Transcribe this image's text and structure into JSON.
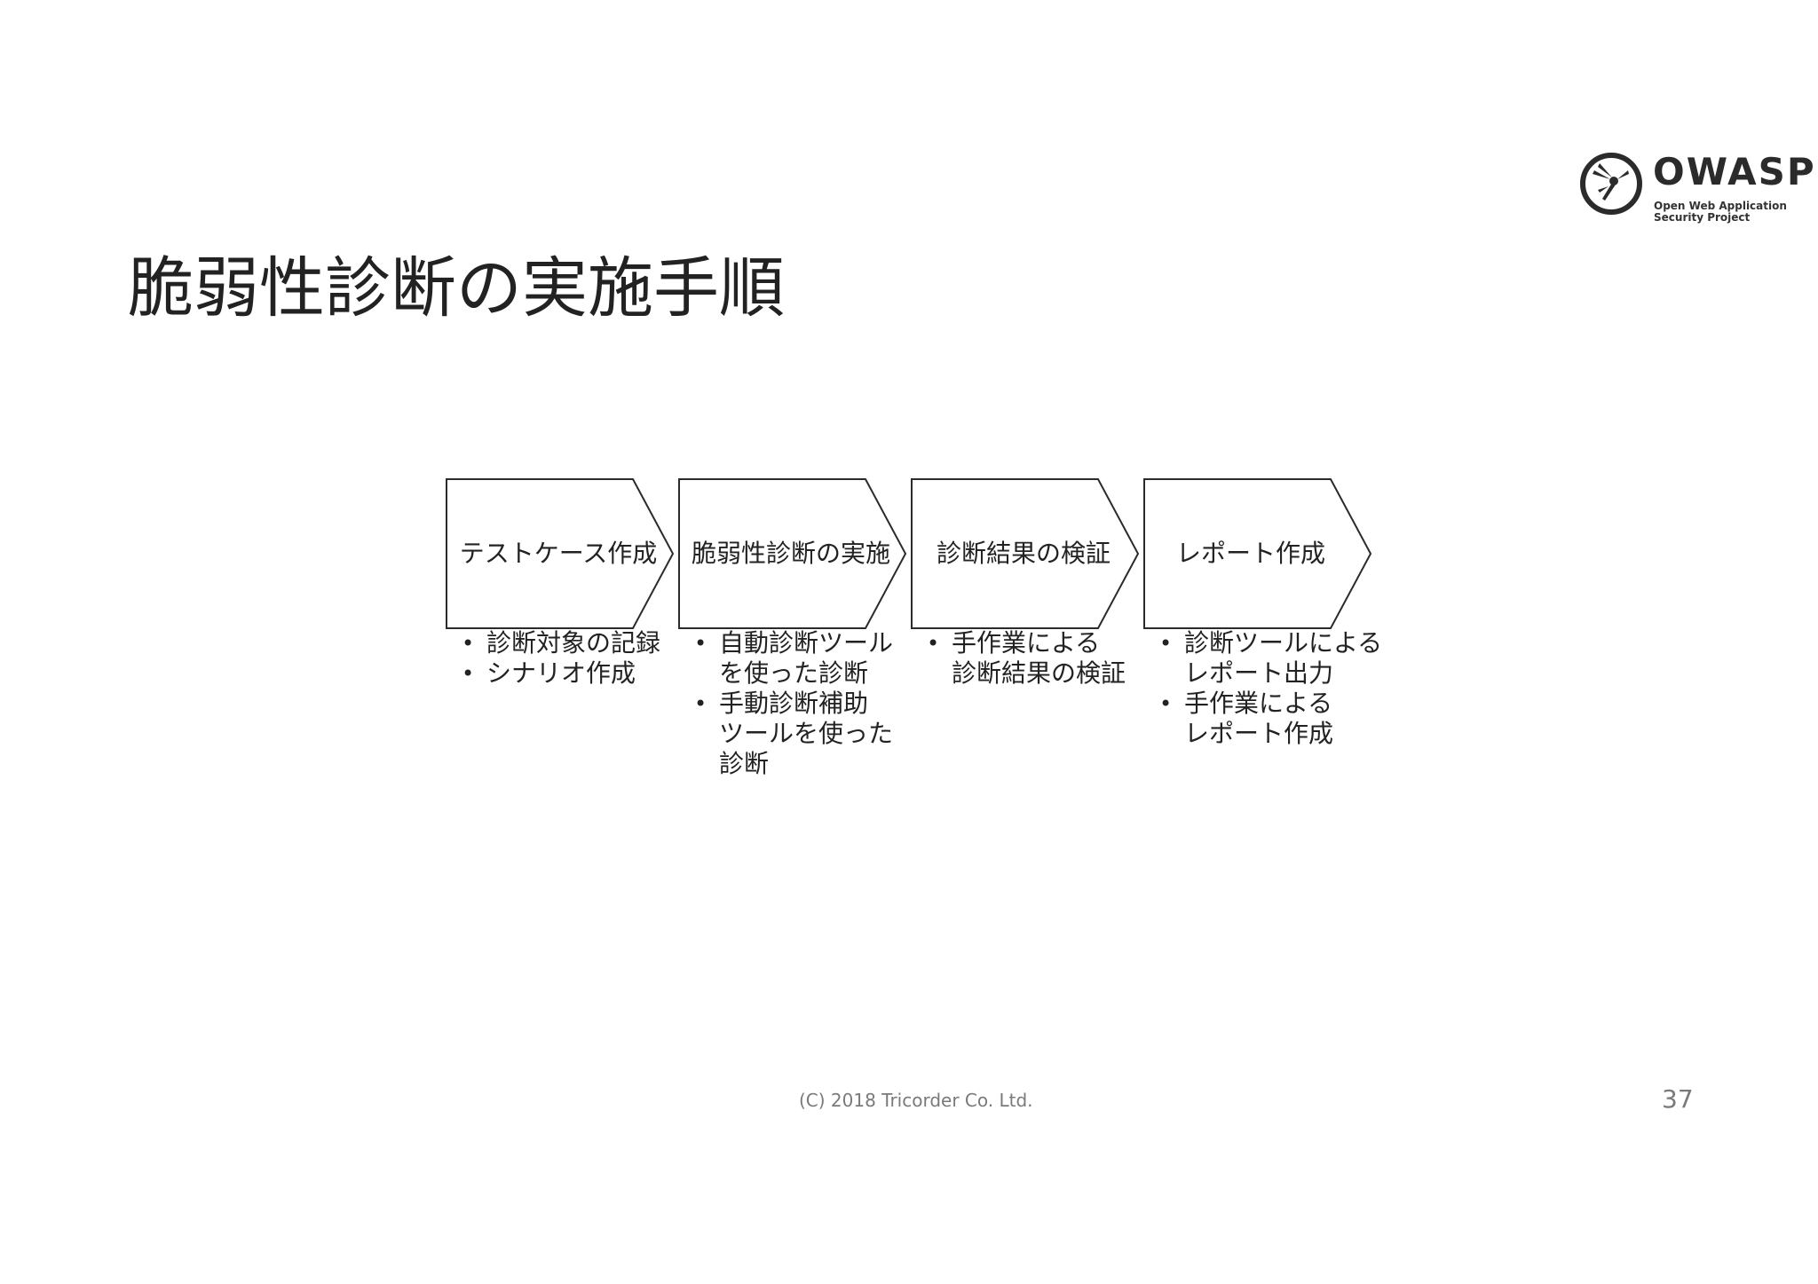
{
  "logo": {
    "word": "OWASP",
    "sub_line1": "Open Web Application",
    "sub_line2": "Security Project"
  },
  "title": "脆弱性診断の実施手順",
  "steps": [
    {
      "label": "テストケース作成",
      "bullets": [
        "診断対象の記録",
        "シナリオ作成"
      ]
    },
    {
      "label": "脆弱性診断の実施",
      "bullets": [
        "自動診断ツール\nを使った診断",
        "手動診断補助\nツールを使った\n診断"
      ]
    },
    {
      "label": "診断結果の検証",
      "bullets": [
        "手作業による\n診断結果の検証"
      ]
    },
    {
      "label": "レポート作成",
      "bullets": [
        "診断ツールによる\nレポート出力",
        "手作業による\nレポート作成"
      ]
    }
  ],
  "footer": {
    "copyright": "(C) 2018 Tricorder Co. Ltd.",
    "page_number": "37"
  },
  "colors": {
    "text": "#222222",
    "stroke": "#2b2b2b",
    "footer": "#7a7a7a"
  }
}
